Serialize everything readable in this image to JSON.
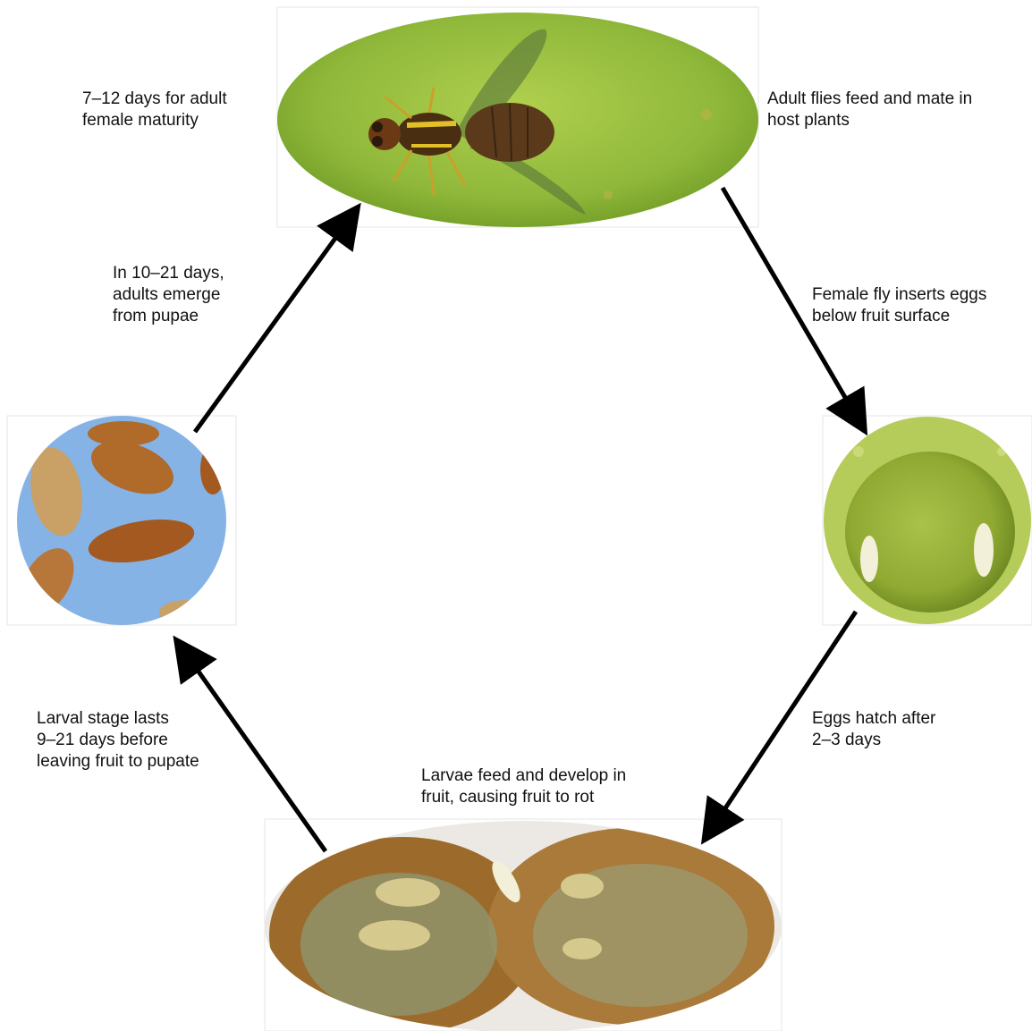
{
  "labels": {
    "female_maturity": [
      "7–12 days for adult",
      "female maturity"
    ],
    "adults_feed": [
      "Adult flies feed and mate in",
      "host plants"
    ],
    "insert_eggs": [
      "Female fly inserts eggs",
      "below fruit surface"
    ],
    "adults_emerge": [
      "In 10–21 days,",
      "adults emerge",
      "from pupae"
    ],
    "eggs_hatch": [
      "Eggs hatch after",
      "2–3 days"
    ],
    "larval_stage": [
      "Larval stage lasts",
      "9–21 days before",
      "leaving fruit to pupate"
    ],
    "larvae_feed": [
      "Larvae feed and develop in",
      "fruit, causing fruit to rot"
    ]
  },
  "colors": {
    "arrow": "#000000",
    "leaf_green": "#8fb83a",
    "sky_blue": "#86b3e6",
    "pupa_brown": "#b06a2a",
    "fruit_rot": "#9c6b2c",
    "egg_cream": "#f2f0d8"
  }
}
